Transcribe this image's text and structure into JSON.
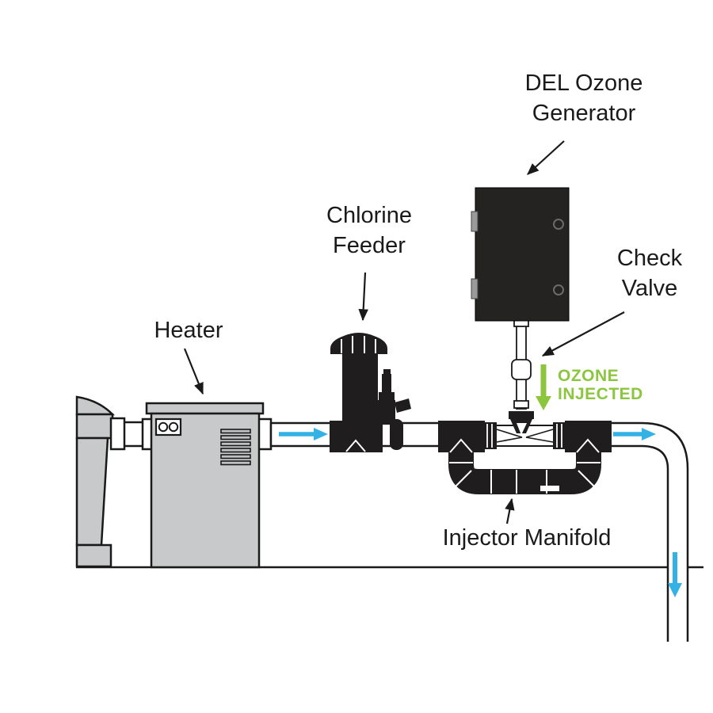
{
  "diagram": {
    "labels": {
      "ozone_generator": {
        "line1": "DEL Ozone",
        "line2": "Generator"
      },
      "chlorine_feeder": {
        "line1": "Chlorine",
        "line2": "Feeder"
      },
      "check_valve": {
        "line1": "Check",
        "line2": "Valve"
      },
      "heater": "Heater",
      "injector_manifold": "Injector Manifold",
      "ozone_injected": {
        "line1": "OZONE",
        "line2": "INJECTED"
      }
    },
    "colors": {
      "label_text": "#1a1a1a",
      "ozone_green": "#8cc63f",
      "flow_blue": "#35b2e5",
      "equipment_black": "#1f1d1d",
      "equipment_gray": "#c8c9ca",
      "outline": "#1a1a1a",
      "background": "#ffffff"
    }
  }
}
